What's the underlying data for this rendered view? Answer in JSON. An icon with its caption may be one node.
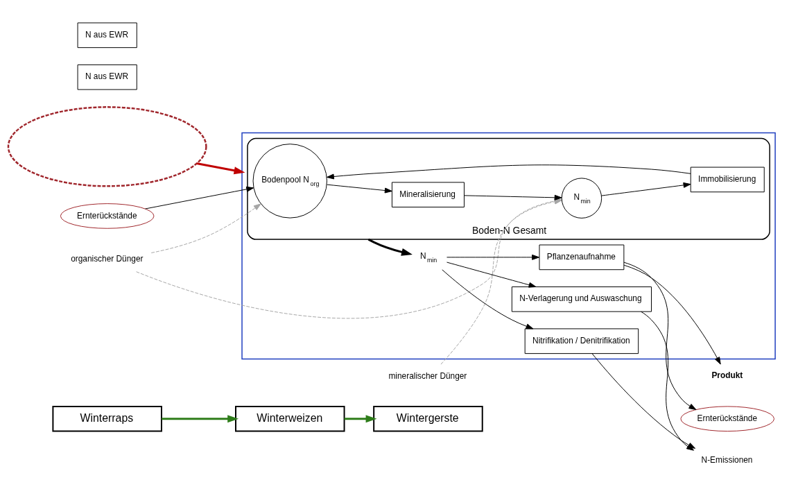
{
  "diagram": {
    "nodes": [
      {
        "text": [
          "Winterraps"
        ]
      },
      {
        "text": [
          "Winterweizen"
        ]
      },
      {
        "text": [
          "Wintergerste"
        ]
      },
      {
        "text": [],
        "shape": "ellipse"
      },
      {
        "text": [
          "N aus EWR"
        ]
      },
      {
        "text": [
          "N aus EWR"
        ]
      },
      {
        "text": [
          "Ernterückstände"
        ]
      },
      {
        "text": [
          "organischer Dünger"
        ]
      },
      {
        "text": [
          "mineralischer Dünger"
        ]
      },
      {
        "text": [],
        "shape": "box"
      },
      {
        "text": [
          "Boden-N Gesamt"
        ],
        "in": 9
      },
      {
        "text": [
          "Bodenpool N$_{org}$"
        ],
        "in": 10
      },
      {
        "text": [
          "Mineralisierung"
        ],
        "in": 10
      },
      {
        "text": [
          "Immobilisierung"
        ],
        "in": 10
      },
      {
        "text": [
          "N$_{min}$"
        ],
        "in": 10
      },
      {
        "text": [
          "N$_{min}$"
        ],
        "in": 9
      },
      {
        "text": [
          "Pflanzenaufnahme"
        ],
        "in": 9
      },
      {
        "text": [
          "Nitrifikation / Denitrifikation"
        ],
        "in": 9
      },
      {
        "text": [
          "N-Verlagerung und Auswaschung"
        ],
        "in": 9
      },
      {
        "text": [
          "Produkt"
        ]
      },
      {
        "text": [
          "Ernterückstände"
        ]
      },
      {
        "text": [
          "N-Emissionen"
        ]
      }
    ],
    "edges": [
      {
        "from": 0,
        "to": 1,
        "arrow": "to",
        "style": "thick",
        "color": "#2e7d1a"
      },
      {
        "from": 1,
        "to": 2,
        "arrow": "to",
        "style": "thick",
        "color": "#2e7d1a"
      },
      {
        "from": 3,
        "to": 9,
        "arrow": "to",
        "style": "thick",
        "color": "#c00000"
      },
      {
        "from": 6,
        "to": 11,
        "arrow": "to"
      },
      {
        "from": 7,
        "to": 11,
        "arrow": "to",
        "style": "dashed",
        "color": "#a6a6a6"
      },
      {
        "from": 7,
        "to": 14,
        "arrow": "to",
        "style": "dashed",
        "color": "#a6a6a6"
      },
      {
        "from": 8,
        "to": 14,
        "arrow": "to",
        "style": "dashed",
        "color": "#a6a6a6"
      },
      {
        "from": 11,
        "to": 12,
        "arrow": "to"
      },
      {
        "from": 12,
        "to": 14,
        "arrow": "to"
      },
      {
        "from": 14,
        "to": 13,
        "arrow": "to"
      },
      {
        "from": 13,
        "to": 11,
        "arrow": "to"
      },
      {
        "from": 10,
        "to": 15,
        "arrow": "to",
        "style": "thick"
      },
      {
        "from": 15,
        "to": 16,
        "arrow": "to"
      },
      {
        "from": 15,
        "to": 17,
        "arrow": "to"
      },
      {
        "from": 15,
        "to": 18,
        "arrow": "to"
      },
      {
        "from": 16,
        "to": 19,
        "arrow": "to"
      },
      {
        "from": 16,
        "to": 20,
        "arrow": "to"
      },
      {
        "from": 17,
        "to": 21,
        "arrow": "to"
      },
      {
        "from": 18,
        "to": 21,
        "arrow": "to"
      }
    ]
  }
}
